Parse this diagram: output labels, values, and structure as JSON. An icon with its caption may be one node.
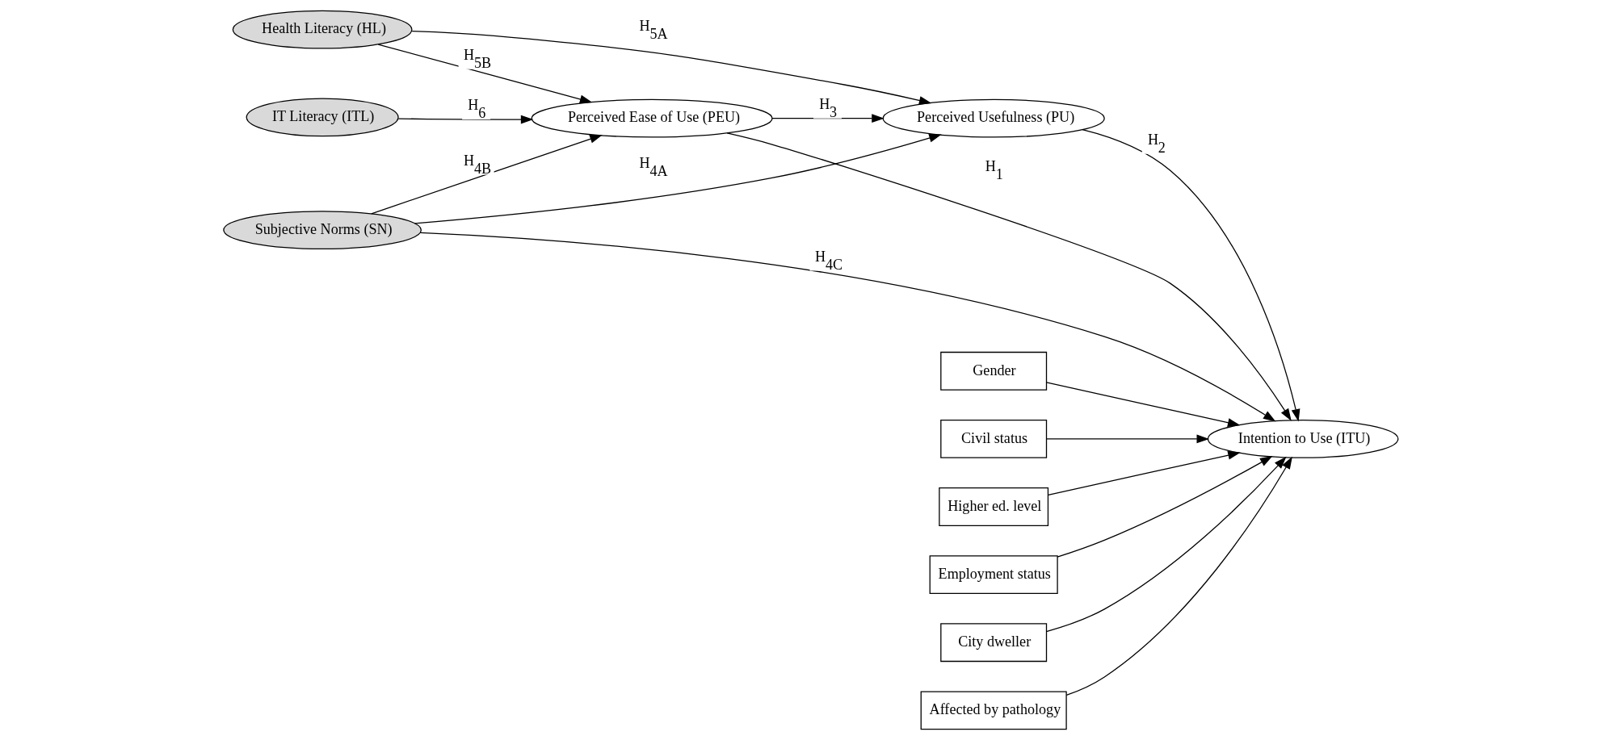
{
  "diagram": {
    "nodes": [
      {
        "text": [
          "Perceived Ease of Use (PEU)"
        ]
      },
      {
        "text": [
          "Health Literacy (HL)"
        ]
      },
      {
        "text": [
          "IT Literacy (ITL)"
        ]
      },
      {
        "text": [
          "Subjective Norms (SN)"
        ]
      },
      {
        "text": [
          "Intention to Use (ITU)"
        ]
      },
      {
        "text": [
          "Perceived Usefulness (PU)"
        ]
      },
      {
        "text": [
          "Gender"
        ]
      },
      {
        "text": [
          "Civil status"
        ]
      },
      {
        "text": [
          "Higher ed. level"
        ]
      },
      {
        "text": [
          "Employment status"
        ]
      },
      {
        "text": [
          "City dweller"
        ]
      },
      {
        "text": [
          "Affected by pathology"
        ]
      }
    ],
    "edges": [
      {
        "from": 0,
        "to": 4,
        "arrow": "to",
        "label": "H$_{1}$"
      },
      {
        "from": 0,
        "to": 5,
        "arrow": "to",
        "label": "H$_{3}$"
      },
      {
        "from": 1,
        "to": 0,
        "arrow": "to",
        "label": "H$_{5B}$"
      },
      {
        "from": 2,
        "to": 0,
        "arrow": "to",
        "label": "H$_{6}$"
      },
      {
        "from": 3,
        "to": 0,
        "arrow": "to",
        "label": "H$_{4B}$"
      },
      {
        "from": 3,
        "to": 4,
        "arrow": "to",
        "label": "H$_{4C}$"
      },
      {
        "from": 1,
        "to": 5,
        "arrow": "to",
        "label": "H$_{5A}$"
      },
      {
        "from": 3,
        "to": 5,
        "arrow": "to",
        "label": "H$_{4A}$"
      },
      {
        "from": 5,
        "to": 4,
        "arrow": "to",
        "label": "H$_{2}$"
      },
      {
        "from": 6,
        "to": 4,
        "arrow": "to"
      },
      {
        "from": 7,
        "to": 4,
        "arrow": "to"
      },
      {
        "from": 8,
        "to": 4,
        "arrow": "to"
      },
      {
        "from": 9,
        "to": 4,
        "arrow": "to"
      },
      {
        "from": 10,
        "to": 4,
        "arrow": "to"
      },
      {
        "from": 11,
        "to": 4,
        "arrow": "to"
      }
    ]
  }
}
